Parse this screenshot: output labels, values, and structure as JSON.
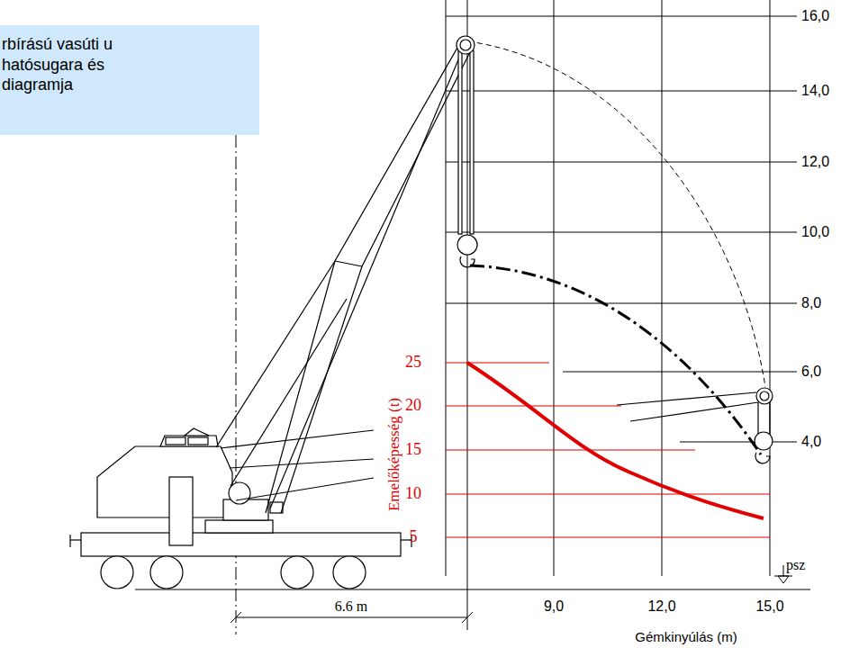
{
  "diagram": {
    "nodes": [
      {
        "text": [
          "rbírású vasúti u hatósugara és diagramja"
        ]
      }
    ],
    "labels": [
      "16,0",
      "14,0",
      "12,0",
      "10,0",
      "8,0",
      "6,0",
      "4,0",
      "25",
      "20",
      "15",
      "10",
      "5",
      "Emelőképesség (t)",
      "6.6 m",
      "9,0",
      "12,0",
      "15,0",
      "Gémkinyúlás (m)",
      "psz"
    ]
  }
}
